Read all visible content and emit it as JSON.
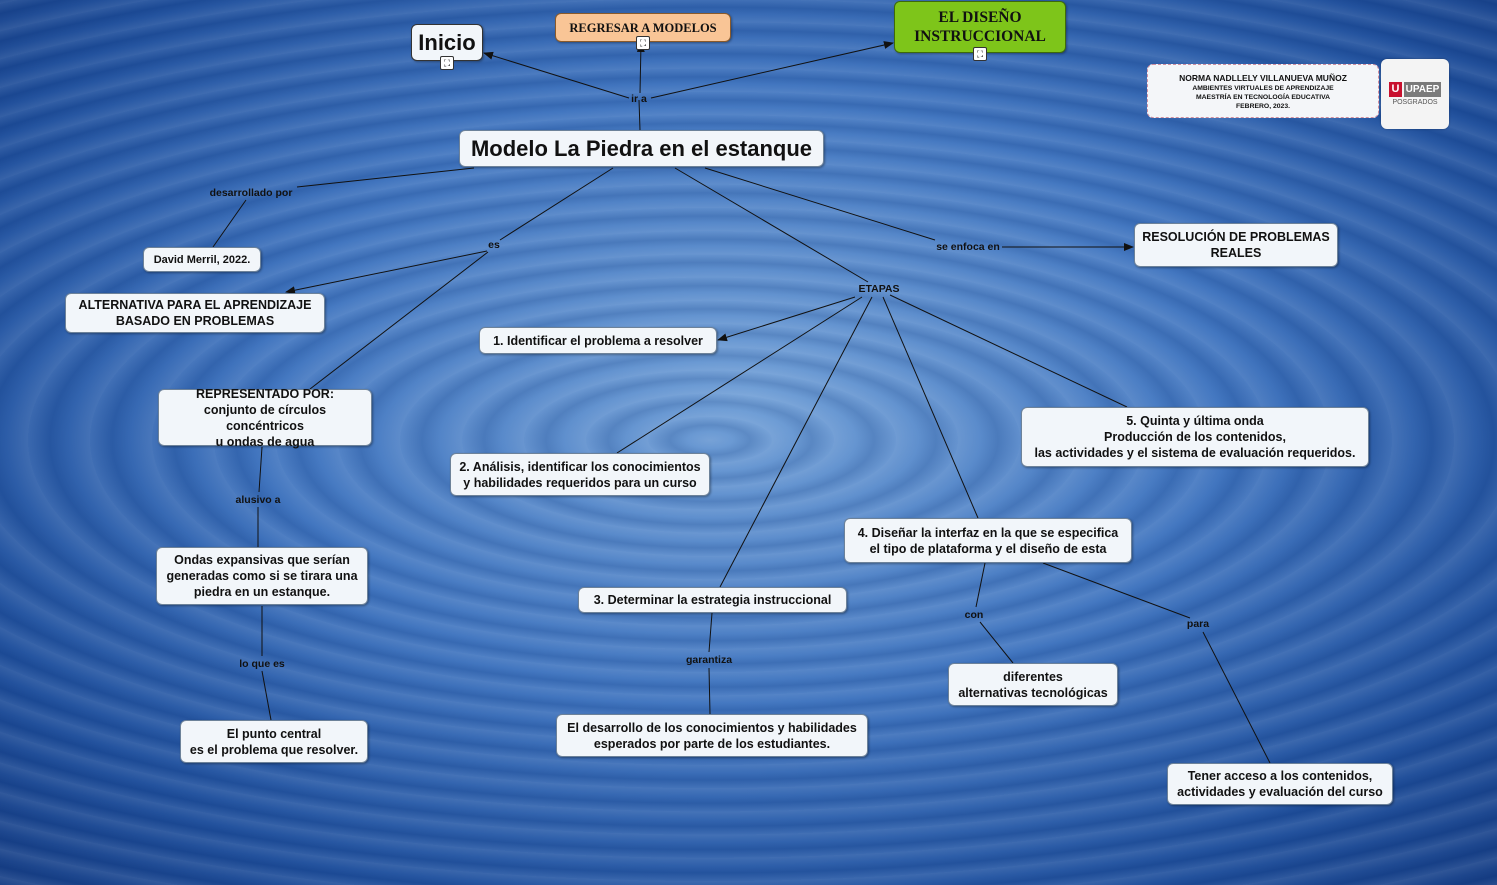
{
  "nav": {
    "inicio": "Inicio",
    "regresar": "REGRESAR A MODELOS",
    "diseno": "EL DISEÑO INSTRUCCIONAL",
    "link_icon": "map-link-icon"
  },
  "author": {
    "name": "NORMA NADLLELY VILLANUEVA MUÑOZ",
    "course": "AMBIENTES VIRTUALES DE APRENDIZAJE",
    "program": "MAESTRÍA EN TECNOLOGÍA EDUCATIVA",
    "date": "FEBRERO, 2023."
  },
  "logo": {
    "mark": "U",
    "brand": "UPAEP",
    "sub": "POSGRADOS"
  },
  "colors": {
    "regresar": "#f9c596",
    "diseno": "#7ec51a",
    "node": "#f2f6fa"
  },
  "diagram": {
    "central": "Modelo La Piedra en el estanque",
    "nodes": {
      "david": "David Merril, 2022.",
      "alternativa": "ALTERNATIVA PARA EL APRENDIZAJE BASADO EN PROBLEMAS",
      "representado_1": "REPRESENTADO POR:",
      "representado_2": "conjunto de círculos concéntricos",
      "representado_3": "u ondas de agua",
      "ondas": "Ondas expansivas que serían generadas como si se tirara una piedra en un estanque.",
      "punto_1": "El punto central",
      "punto_2": "es el problema que resolver.",
      "resolucion": "RESOLUCIÓN DE PROBLEMAS REALES",
      "etapa1": "1.  Identificar el problema a resolver",
      "etapa2": "2. Análisis, identificar los conocimientos y habilidades requeridos para un curso",
      "etapa3": "3. Determinar la estrategia instruccional",
      "desarrollo": "El desarrollo de los conocimientos y habilidades esperados por parte de los estudiantes.",
      "etapa4_1": "4. Diseñar la interfaz en la que se especifica",
      "etapa4_2": "el tipo de plataforma y el diseño de esta",
      "diferentes_1": "diferentes",
      "diferentes_2": "alternativas tecnológicas",
      "acceso": "Tener acceso a los contenidos, actividades y evaluación del curso",
      "etapa5_1": "5. Quinta y última onda",
      "etapa5_2": "Producción de los contenidos,",
      "etapa5_3": "las actividades y el sistema de evaluación requeridos."
    },
    "labels": {
      "ir_a": "ir a",
      "desarrollado_por": "desarrollado por",
      "es": "es",
      "se_enfoca_en": "se enfoca en",
      "etapas": "ETAPAS",
      "alusivo_a": "alusivo a",
      "lo_que_es": "lo que es",
      "garantiza": "garantiza",
      "con": "con",
      "para": "para"
    }
  }
}
